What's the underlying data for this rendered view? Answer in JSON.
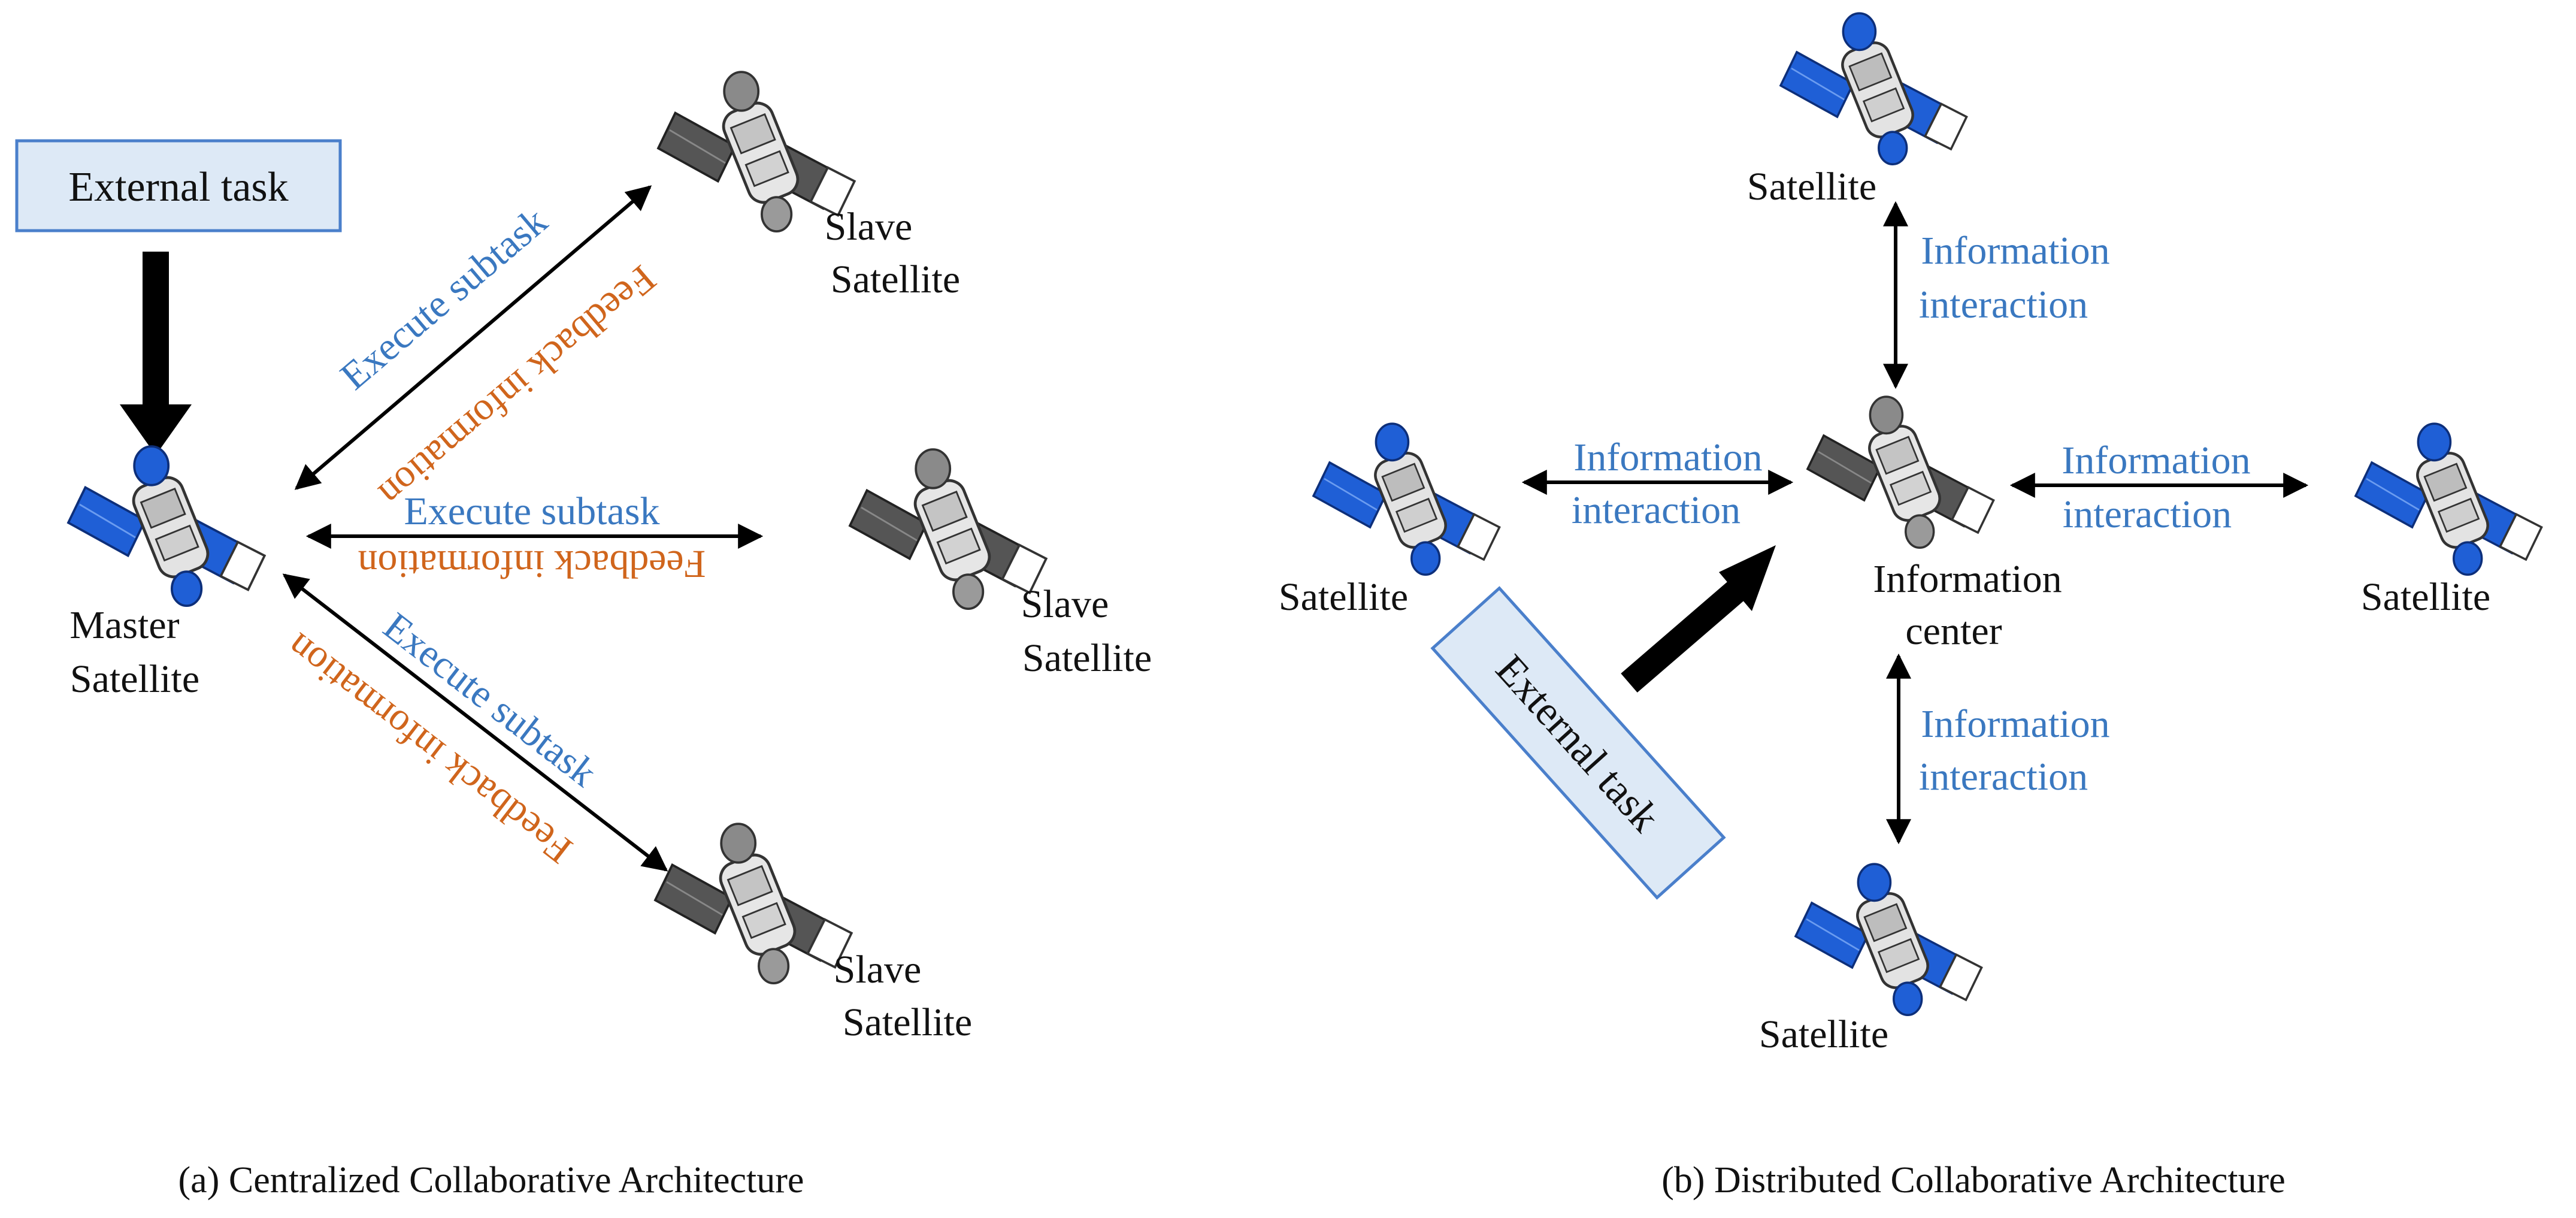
{
  "colors": {
    "execute_text": "#3a78c0",
    "feedback_text": "#d0651c",
    "info_text": "#3a78c0",
    "task_box_fill": "#dde9f6",
    "task_box_stroke": "#4a7fcb",
    "satellite_blue": "#1f5fd6",
    "satellite_gray": "#555555"
  },
  "centralized": {
    "external_task": "External task",
    "master_label": [
      "Master",
      "Satellite"
    ],
    "slave_label": [
      "Slave",
      "Satellite"
    ],
    "execute": "Execute subtask",
    "feedback": "Feedback information",
    "caption": "(a) Centralized Collaborative Architecture"
  },
  "distributed": {
    "external_task": "External task",
    "satellite": "Satellite",
    "center_label": [
      "Information",
      "center"
    ],
    "interaction": [
      "Information",
      "interaction"
    ],
    "caption": "(b) Distributed Collaborative Architecture"
  }
}
